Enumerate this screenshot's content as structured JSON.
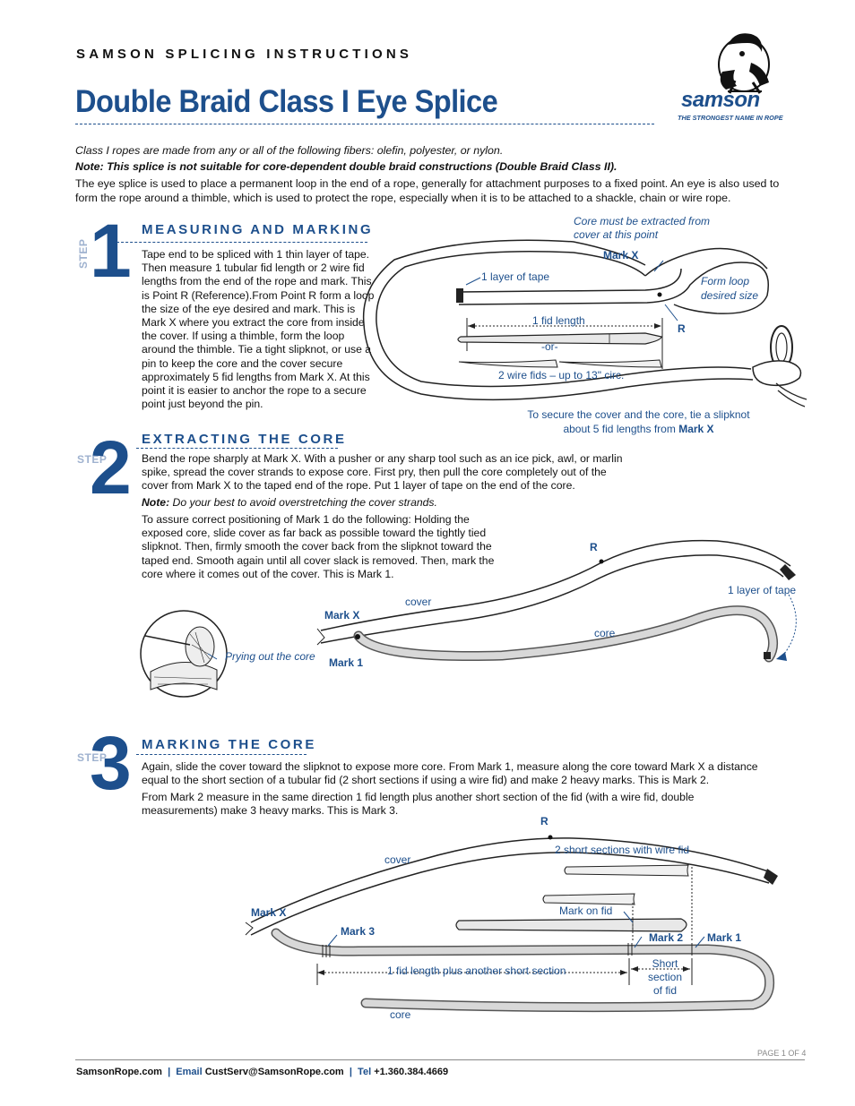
{
  "header": {
    "kicker": "SAMSON SPLICING INSTRUCTIONS",
    "title": "Double Braid Class I Eye Splice",
    "logo_wordmark": "samson",
    "logo_tagline": "THE STRONGEST NAME IN ROPE"
  },
  "intro": {
    "fibers": "Class I ropes are made from any or all of the following fibers: olefin, polyester, or nylon.",
    "note": "Note: This splice is not suitable for core-dependent double braid constructions (Double Braid Class II).",
    "description": "The eye splice is used to place a permanent loop in the end of a rope, generally for attachment purposes to a fixed point. An eye is also used to form the rope around a thimble, which is used to protect the rope, especially when it is to be attached to a shackle, chain or wire rope."
  },
  "step_word": "STEP",
  "steps": [
    {
      "number": "1",
      "title": "MEASURING AND MARKING",
      "text": "Tape end to be spliced with 1 thin layer of tape. Then measure 1 tubular fid length or 2 wire fid lengths from the end of the rope and mark. This is Point R (Reference).From Point R form a loop the size of the eye desired and mark. This is Mark X where you extract the core from inside the cover. If using a thimble, form the loop around the thimble. Tie a tight slipknot, or use a pin to keep the core and the cover secure approximately 5 fid lengths from Mark X. At this point it is easier to anchor the rope to a secure point just beyond the pin.",
      "figure": {
        "core_note": "Core must be extracted from cover at this point",
        "mark_x": "Mark X",
        "layer_tape": "1 layer of tape",
        "form_loop": "Form loop desired size",
        "fid_length": "1 fid length",
        "r": "R",
        "or": "-or-",
        "wire_fids": "2 wire fids – up to 13\" circ.",
        "slipknot_note": "To secure the cover and the core, tie a slipknot about 5 fid lengths from",
        "slipknot_mark": "Mark X"
      }
    },
    {
      "number": "2",
      "title": "EXTRACTING THE CORE",
      "text": "Bend the rope sharply at Mark X. With a pusher or any sharp tool such as an ice pick, awl, or marlin spike, spread the cover strands to expose core. First pry, then pull the core completely out of the cover from Mark X to the taped end of the rope. Put 1 layer of tape on the end of the core.",
      "note_label": "Note:",
      "note": "Do your best to avoid overstretching the cover strands.",
      "text2": "To assure correct positioning of Mark 1 do the following: Holding the exposed core, slide cover as far back as possible toward the tightly tied slipknot. Then, firmly smooth the cover back from the slipknot toward the taped end. Smooth again until all cover slack is removed. Then, mark the core where it comes out of the cover. This is Mark 1.",
      "figure": {
        "r": "R",
        "layer_tape": "1 layer of tape",
        "cover": "cover",
        "mark_x": "Mark X",
        "core": "core",
        "prying": "Prying out the core",
        "mark_1": "Mark 1"
      }
    },
    {
      "number": "3",
      "title": "MARKING THE CORE",
      "text": "Again, slide the cover toward the slipknot to expose more core. From Mark 1, measure along the core toward Mark X a distance equal to the short section of a tubular fid (2 short sections if using a wire fid) and make 2 heavy marks. This is Mark 2.",
      "text2": "From Mark 2 measure in the same direction 1 fid length plus another short section of the fid (with a wire fid, double measurements) make 3 heavy marks. This is Mark 3.",
      "figure": {
        "r": "R",
        "two_short": "2 short sections with wire fid",
        "cover": "cover",
        "mark_on_fid": "Mark on fid",
        "mark_x": "Mark X",
        "mark_3": "Mark 3",
        "mark_2": "Mark 2",
        "mark_1": "Mark 1",
        "fid_plus": "1 fid length plus another short section",
        "short_section": "Short section of fid",
        "core": "core"
      }
    }
  ],
  "footer": {
    "website": "SamsonRope.com",
    "sep": "|",
    "email_label": "Email",
    "email": "CustServ@SamsonRope.com",
    "tel_label": "Tel",
    "tel": "+1.360.384.4669",
    "page": "PAGE 1 OF 4"
  },
  "colors": {
    "brand_blue": "#1d4f8c",
    "step_grey": "#9fb2cf"
  }
}
